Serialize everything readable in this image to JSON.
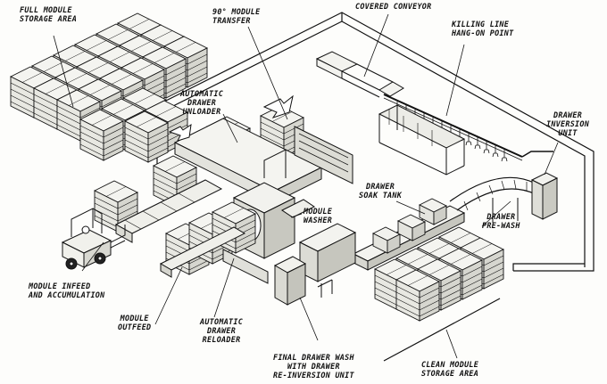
{
  "labels": {
    "full_module_storage": [
      "FULL MODULE",
      "STORAGE AREA"
    ],
    "module_transfer": [
      "90° MODULE",
      "TRANSFER"
    ],
    "covered_conveyor": [
      "COVERED CONVEYOR"
    ],
    "killing_line": [
      "KILLING LINE",
      "HANG-ON POINT"
    ],
    "auto_drawer_unloader": [
      "AUTOMATIC",
      "DRAWER",
      "UNLOADER"
    ],
    "drawer_inversion": [
      "DRAWER",
      "INVERSION",
      "UNIT"
    ],
    "drawer_soak_tank": [
      "DRAWER",
      "SOAK TANK"
    ],
    "module_washer": [
      "MODULE",
      "WASHER"
    ],
    "drawer_prewash": [
      "DRAWER",
      "PRE-WASH"
    ],
    "module_infeed": [
      "MODULE INFEED",
      "AND ACCUMULATION"
    ],
    "module_outfeed": [
      "MODULE",
      "OUTFEED"
    ],
    "auto_drawer_reloader": [
      "AUTOMATIC",
      "DRAWER",
      "RELOADER"
    ],
    "final_drawer_wash": [
      "FINAL DRAWER WASH",
      "WITH DRAWER",
      "RE-INVERSION UNIT"
    ],
    "clean_module_storage": [
      "CLEAN MODULE",
      "STORAGE AREA"
    ]
  }
}
